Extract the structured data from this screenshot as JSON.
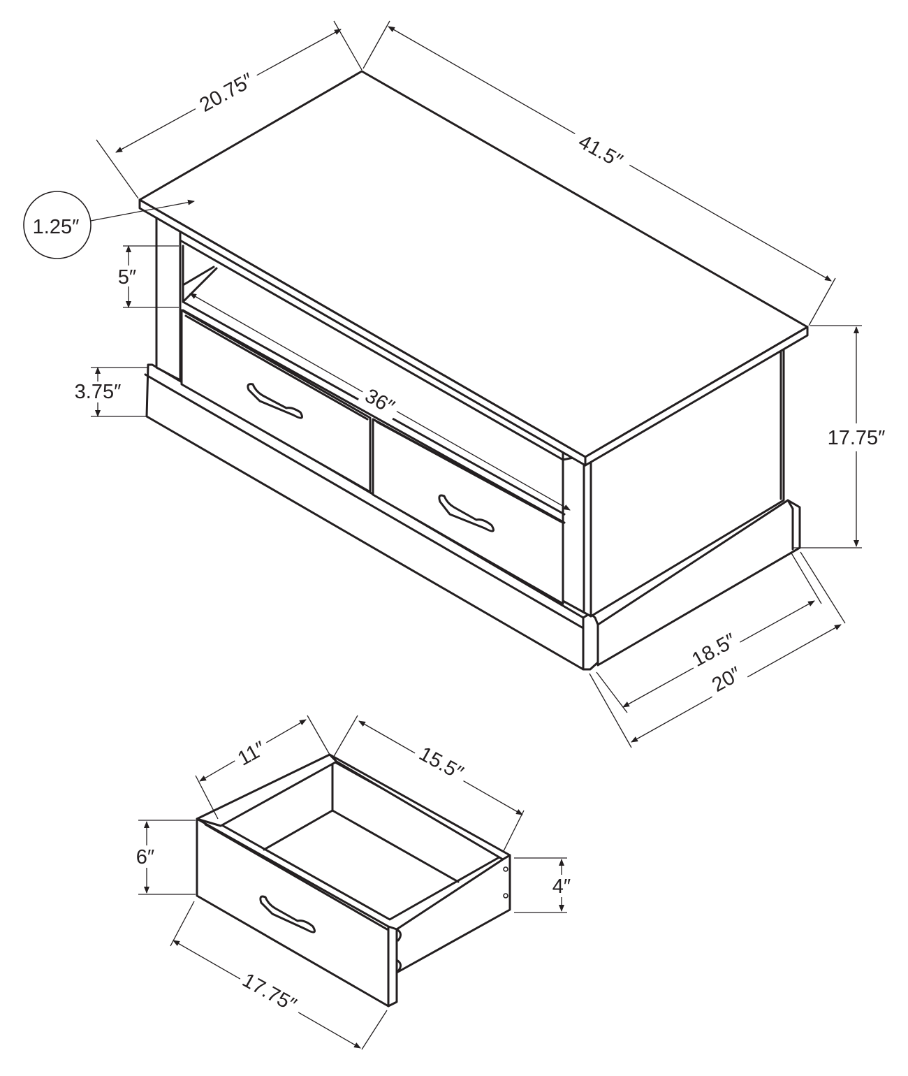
{
  "dimensions": {
    "top_depth": "20.75″",
    "top_width": "41.5″",
    "top_thickness": "1.25″",
    "shelf_opening_height": "5″",
    "base_height": "3.75″",
    "inner_width": "36″",
    "overall_height": "17.75″",
    "inner_depth": "18.5″",
    "overall_depth": "20″",
    "drawer_depth": "11″",
    "drawer_width": "15.5″",
    "drawer_front_height": "6″",
    "drawer_box_height": "4″",
    "drawer_front_width": "17.75″"
  },
  "colors": {
    "line": "#231f20",
    "background": "#ffffff"
  }
}
